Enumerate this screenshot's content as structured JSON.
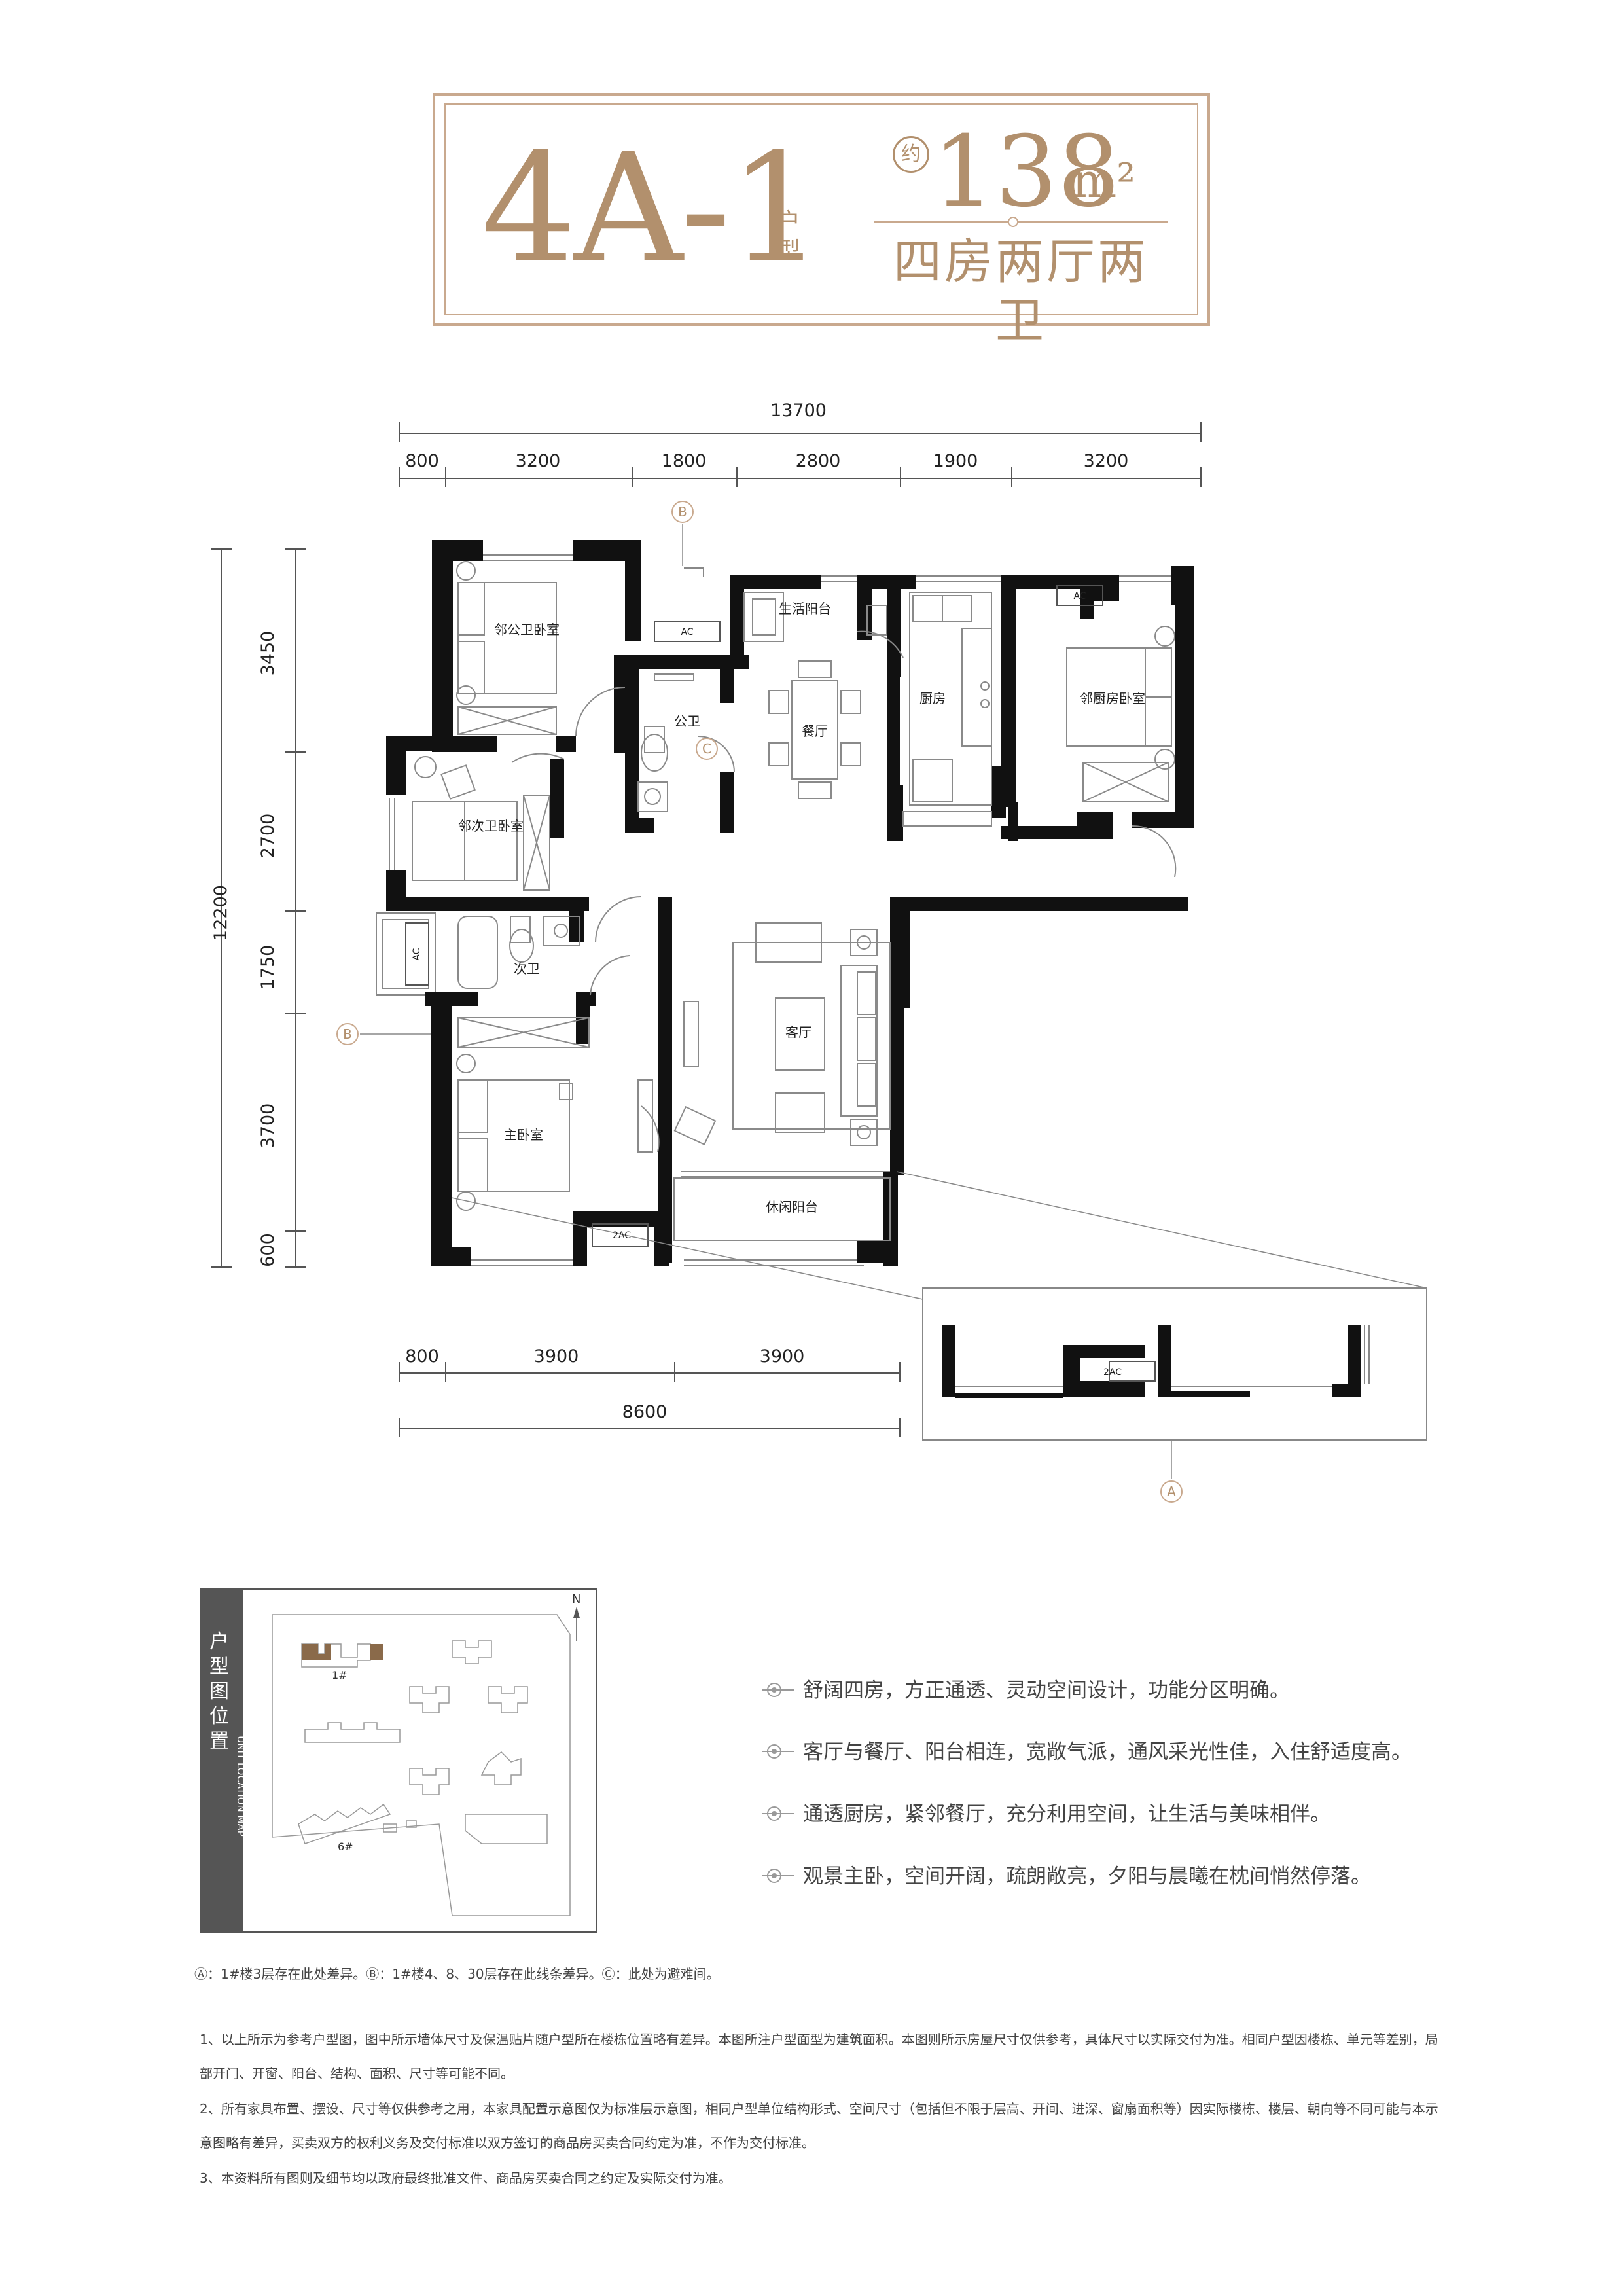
{
  "header": {
    "unit_code": "4A-1",
    "unit_suffix": "户型",
    "about_badge": "约",
    "area_value": "138",
    "area_unit": "m²",
    "layout_desc": "四房两厅两卫"
  },
  "dimensions": {
    "top_total": "13700",
    "top_segments": [
      "800",
      "3200",
      "1800",
      "2800",
      "1900",
      "3200"
    ],
    "left_total": "12200",
    "left_segments": [
      "3450",
      "2700",
      "1750",
      "3700",
      "600"
    ],
    "bottom_segments": [
      "800",
      "3900",
      "3900"
    ],
    "bottom_total": "8600"
  },
  "rooms": {
    "bedroom_public_bath": "邻公卫卧室",
    "bedroom_second_bath": "邻次卫卧室",
    "public_bath": "公卫",
    "utility_balcony": "生活阳台",
    "dining": "餐厅",
    "kitchen": "厨房",
    "bedroom_kitchen": "邻厨房卧室",
    "second_bath": "次卫",
    "living": "客厅",
    "master_bedroom": "主卧室",
    "leisure_balcony": "休闲阳台",
    "ac_label": "AC",
    "ac2_label": "2AC"
  },
  "markers": {
    "a": "A",
    "b": "B",
    "c": "C"
  },
  "location_map": {
    "title_cn": "户型图位置",
    "title_en": "UNIT LOCATION MAP",
    "north": "N",
    "building_1": "1#",
    "building_6": "6#"
  },
  "features": [
    "舒阔四房，方正通透、灵动空间设计，功能分区明确。",
    "客厅与餐厅、阳台相连，宽敞气派，通风采光性佳，入住舒适度高。",
    "通透厨房，紧邻餐厅，充分利用空间，让生活与美味相伴。",
    "观景主卧，空间开阔，疏朗敞亮，夕阳与晨曦在枕间悄然停落。"
  ],
  "legend_note": "Ⓐ：1#楼3层存在此处差异。Ⓑ：1#楼4、8、30层存在此线条差异。Ⓒ：此处为避难间。",
  "notes": [
    "1、以上所示为参考户型图，图中所示墙体尺寸及保温贴片随户型所在楼栋位置略有差异。本图所注户型面型为建筑面积。本图则所示房屋尺寸仅供参考，具体尺寸以实际交付为准。相同户型因楼栋、单元等差别，局部开门、开窗、阳台、结构、面积、尺寸等可能不同。",
    "2、所有家具布置、摆设、尺寸等仅供参考之用，本家具配置示意图仅为标准层示意图，相同户型单位结构形式、空间尺寸（包括但不限于层高、开间、进深、窗扇面积等）因实际楼栋、楼层、朝向等不同可能与本示意图略有差异，买卖双方的权利义务及交付标准以双方签订的商品房买卖合同约定为准，不作为交付标准。",
    "3、本资料所有图则及细节均以政府最终批准文件、商品房买卖合同之约定及实际交付为准。"
  ]
}
